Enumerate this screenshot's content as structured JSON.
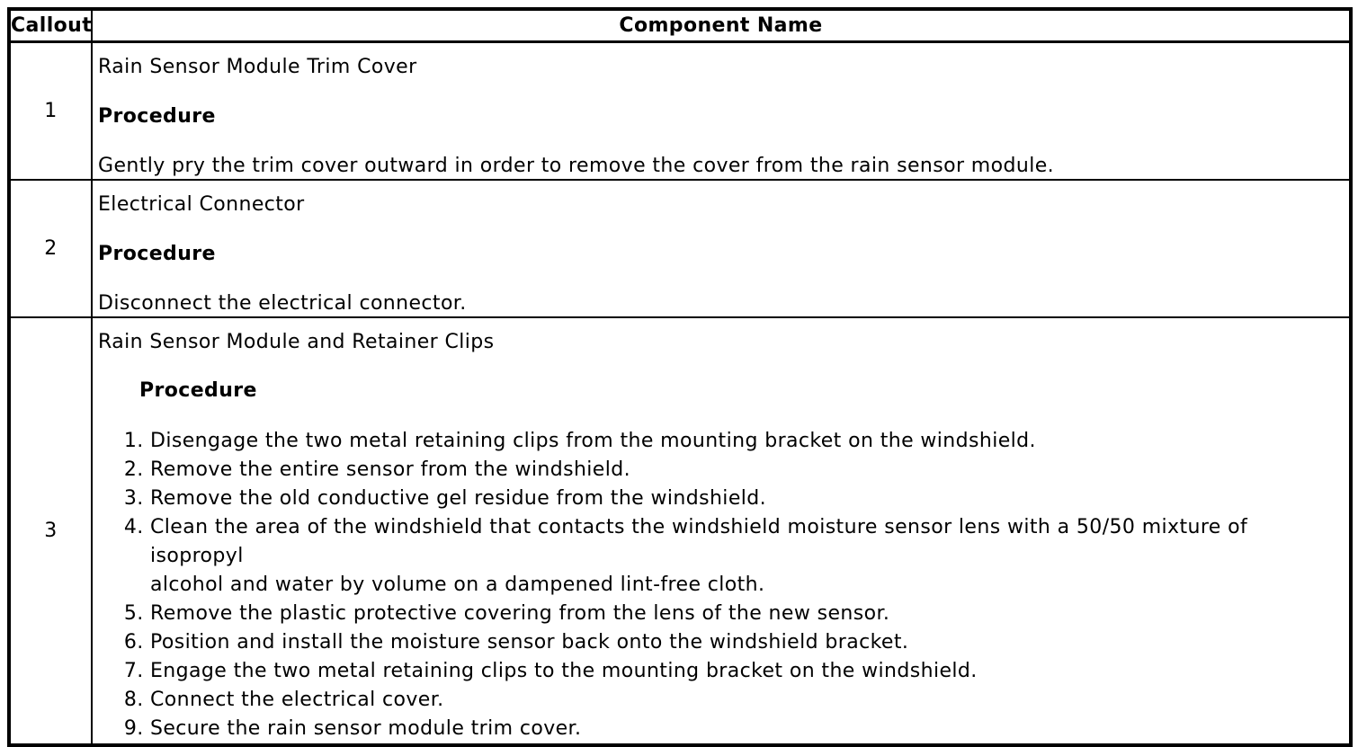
{
  "table": {
    "header": {
      "callout": "Callout",
      "component": "Component Name"
    },
    "rows": [
      {
        "callout": "1",
        "title": "Rain Sensor Module Trim Cover",
        "procedure_label": "Procedure",
        "procedure_text": "Gently pry the trim cover outward in order to remove the cover from the rain sensor module."
      },
      {
        "callout": "2",
        "title": "Electrical Connector",
        "procedure_label": "Procedure",
        "procedure_text": "Disconnect the electrical connector."
      },
      {
        "callout": "3",
        "title": "Rain Sensor Module and Retainer Clips",
        "procedure_label": "Procedure",
        "steps": [
          "Disengage the two metal retaining clips from the mounting bracket on the windshield.",
          "Remove the entire sensor from the windshield.",
          "Remove the old conductive gel residue from the windshield.",
          "Clean the area of the windshield that contacts the windshield moisture sensor lens with a 50/50 mixture of isopropyl\nalcohol and water by volume on a dampened lint-free cloth.",
          "Remove the plastic protective covering from the lens of the new sensor.",
          "Position and install the moisture sensor back onto the windshield bracket.",
          "Engage the two metal retaining clips to the mounting bracket on the windshield.",
          "Connect the electrical cover.",
          "Secure the rain sensor module trim cover."
        ]
      }
    ]
  }
}
